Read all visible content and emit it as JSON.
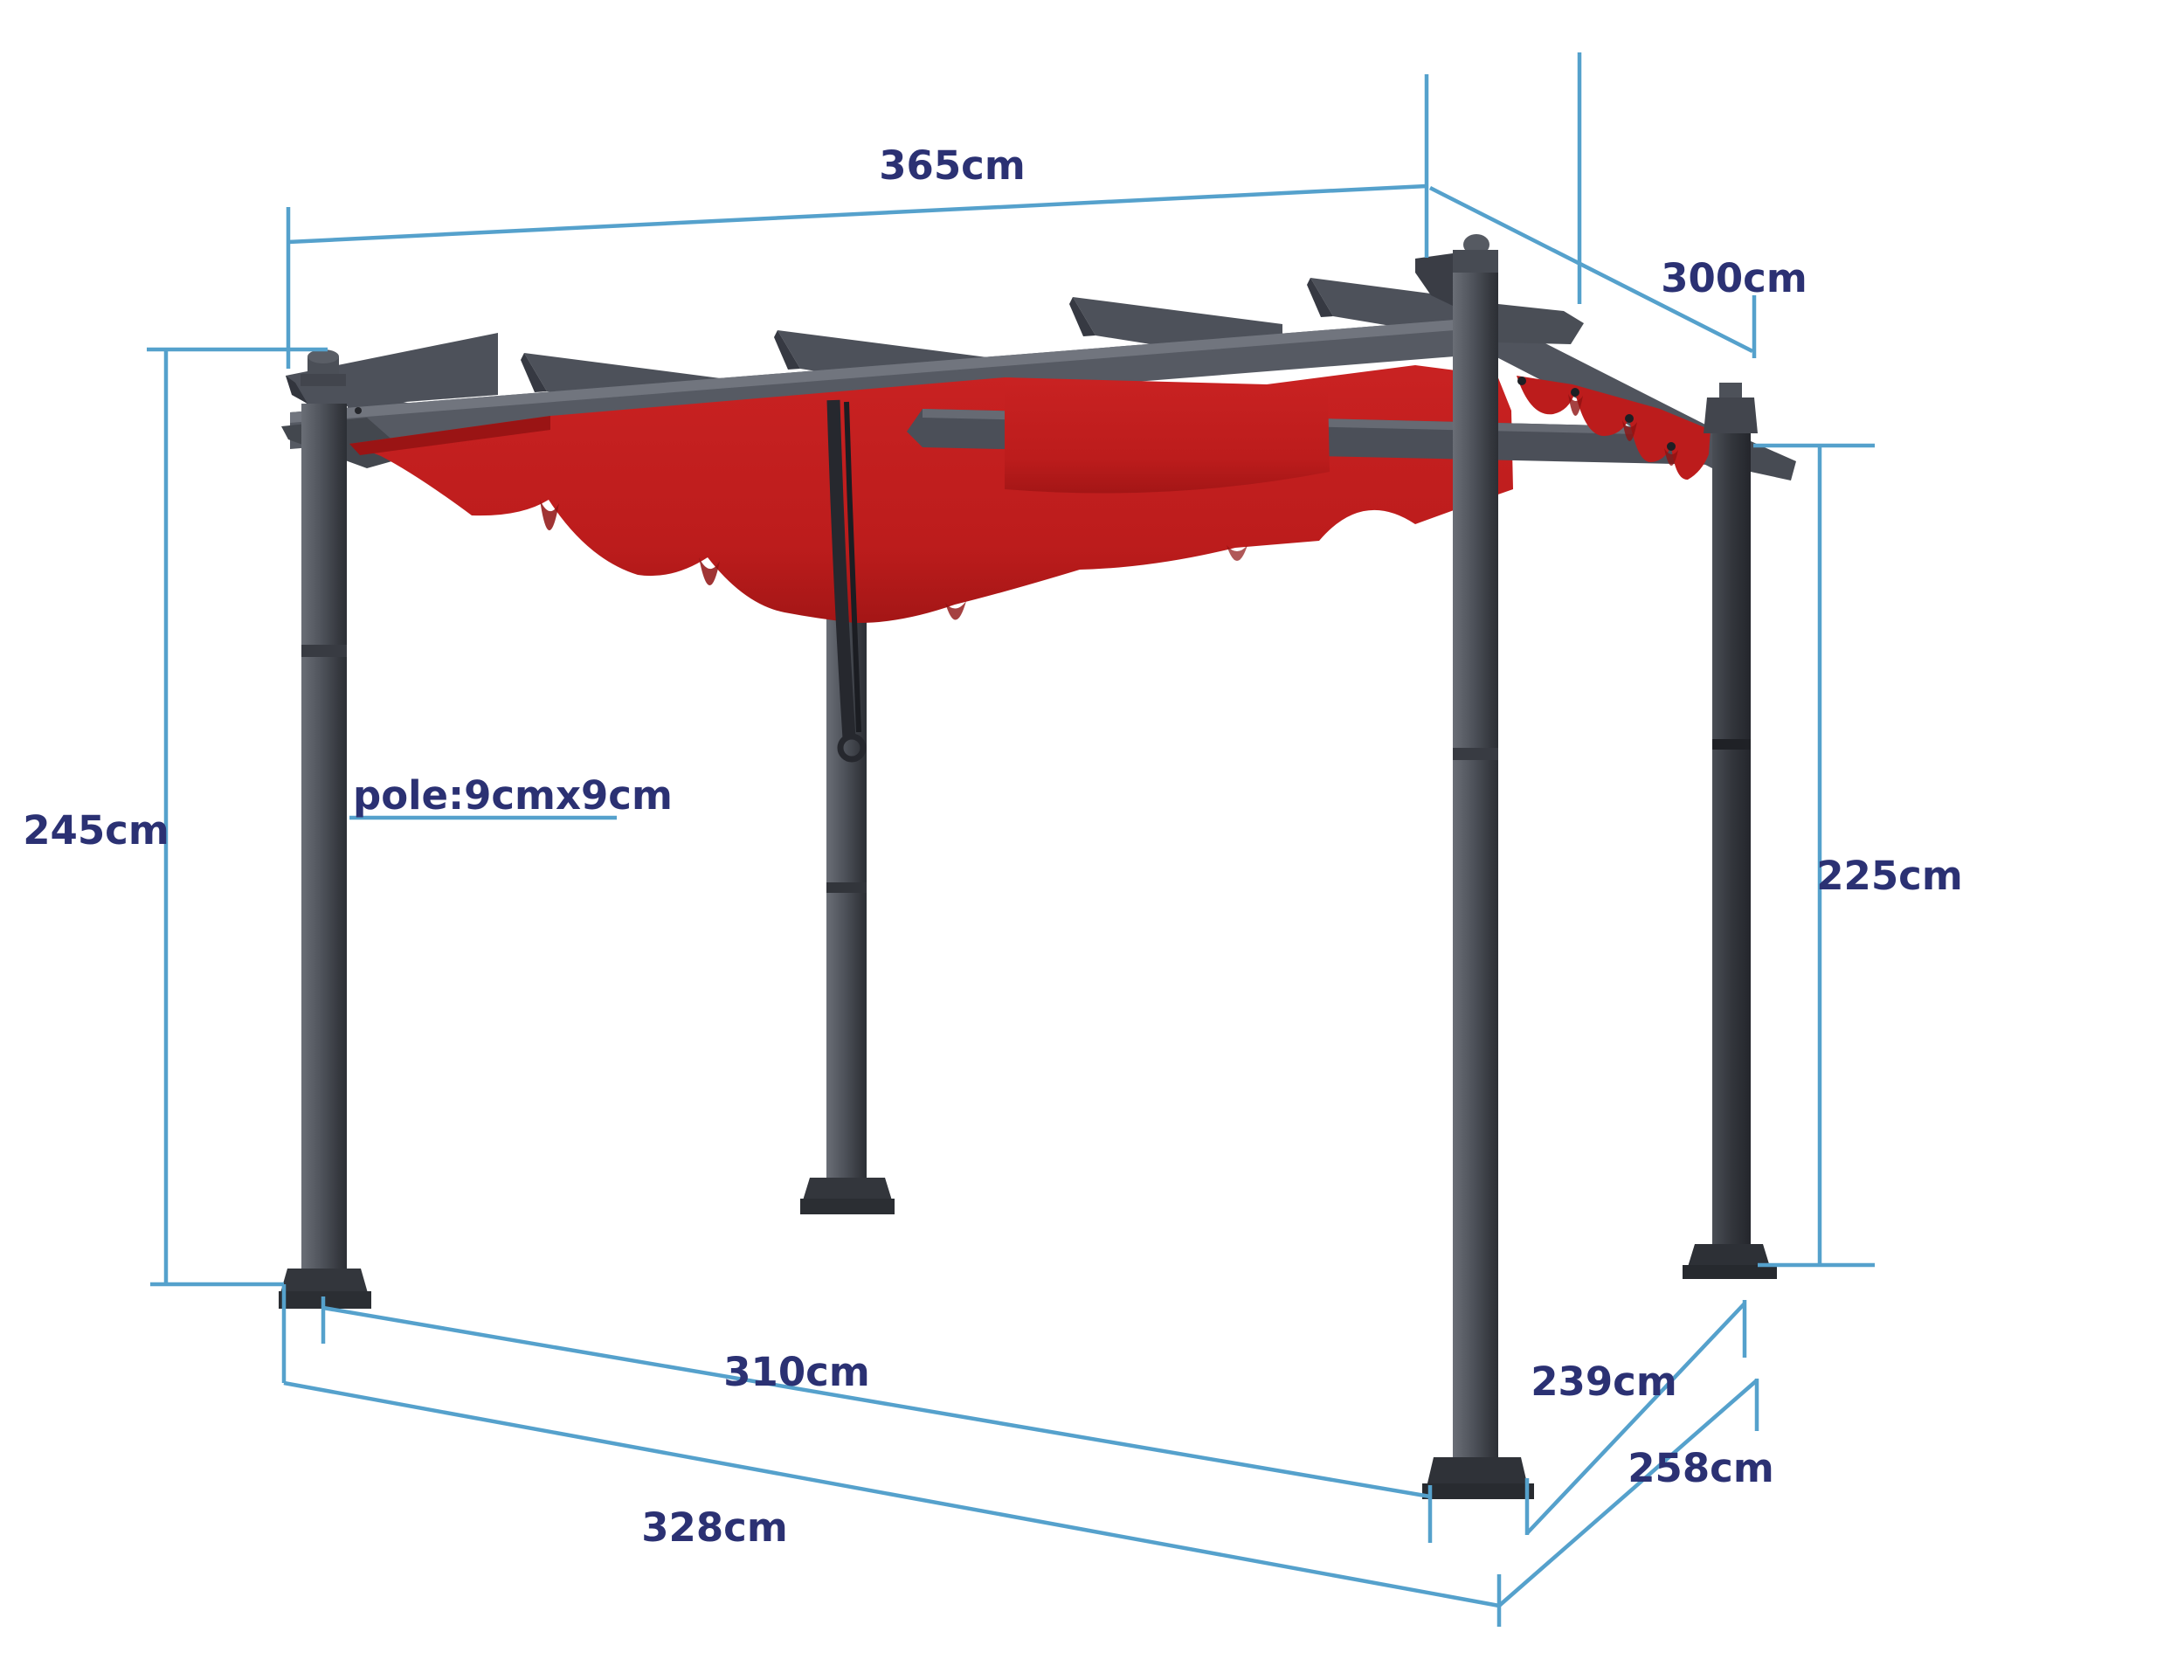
{
  "diagram": {
    "product": "outdoor pergola with retractable scalloped canopy",
    "view": "three-quarter perspective product dimension drawing",
    "background_color": "#ffffff",
    "dimension_line_color": "#55a1cc",
    "label_text_color": "#2b3173",
    "canopy_color": "#c32020",
    "canopy_shadow_color": "#8f1111",
    "frame_color": "#54585f",
    "post_color": "#44484f",
    "labels": {
      "roof_width": "365cm",
      "roof_depth": "300cm",
      "left_height": "245cm",
      "pole_section": "pole:9cmx9cm",
      "right_height": "225cm",
      "base_width_inner": "310cm",
      "base_width_outer": "328cm",
      "base_depth_inner": "239cm",
      "base_depth_outer": "258cm"
    }
  }
}
